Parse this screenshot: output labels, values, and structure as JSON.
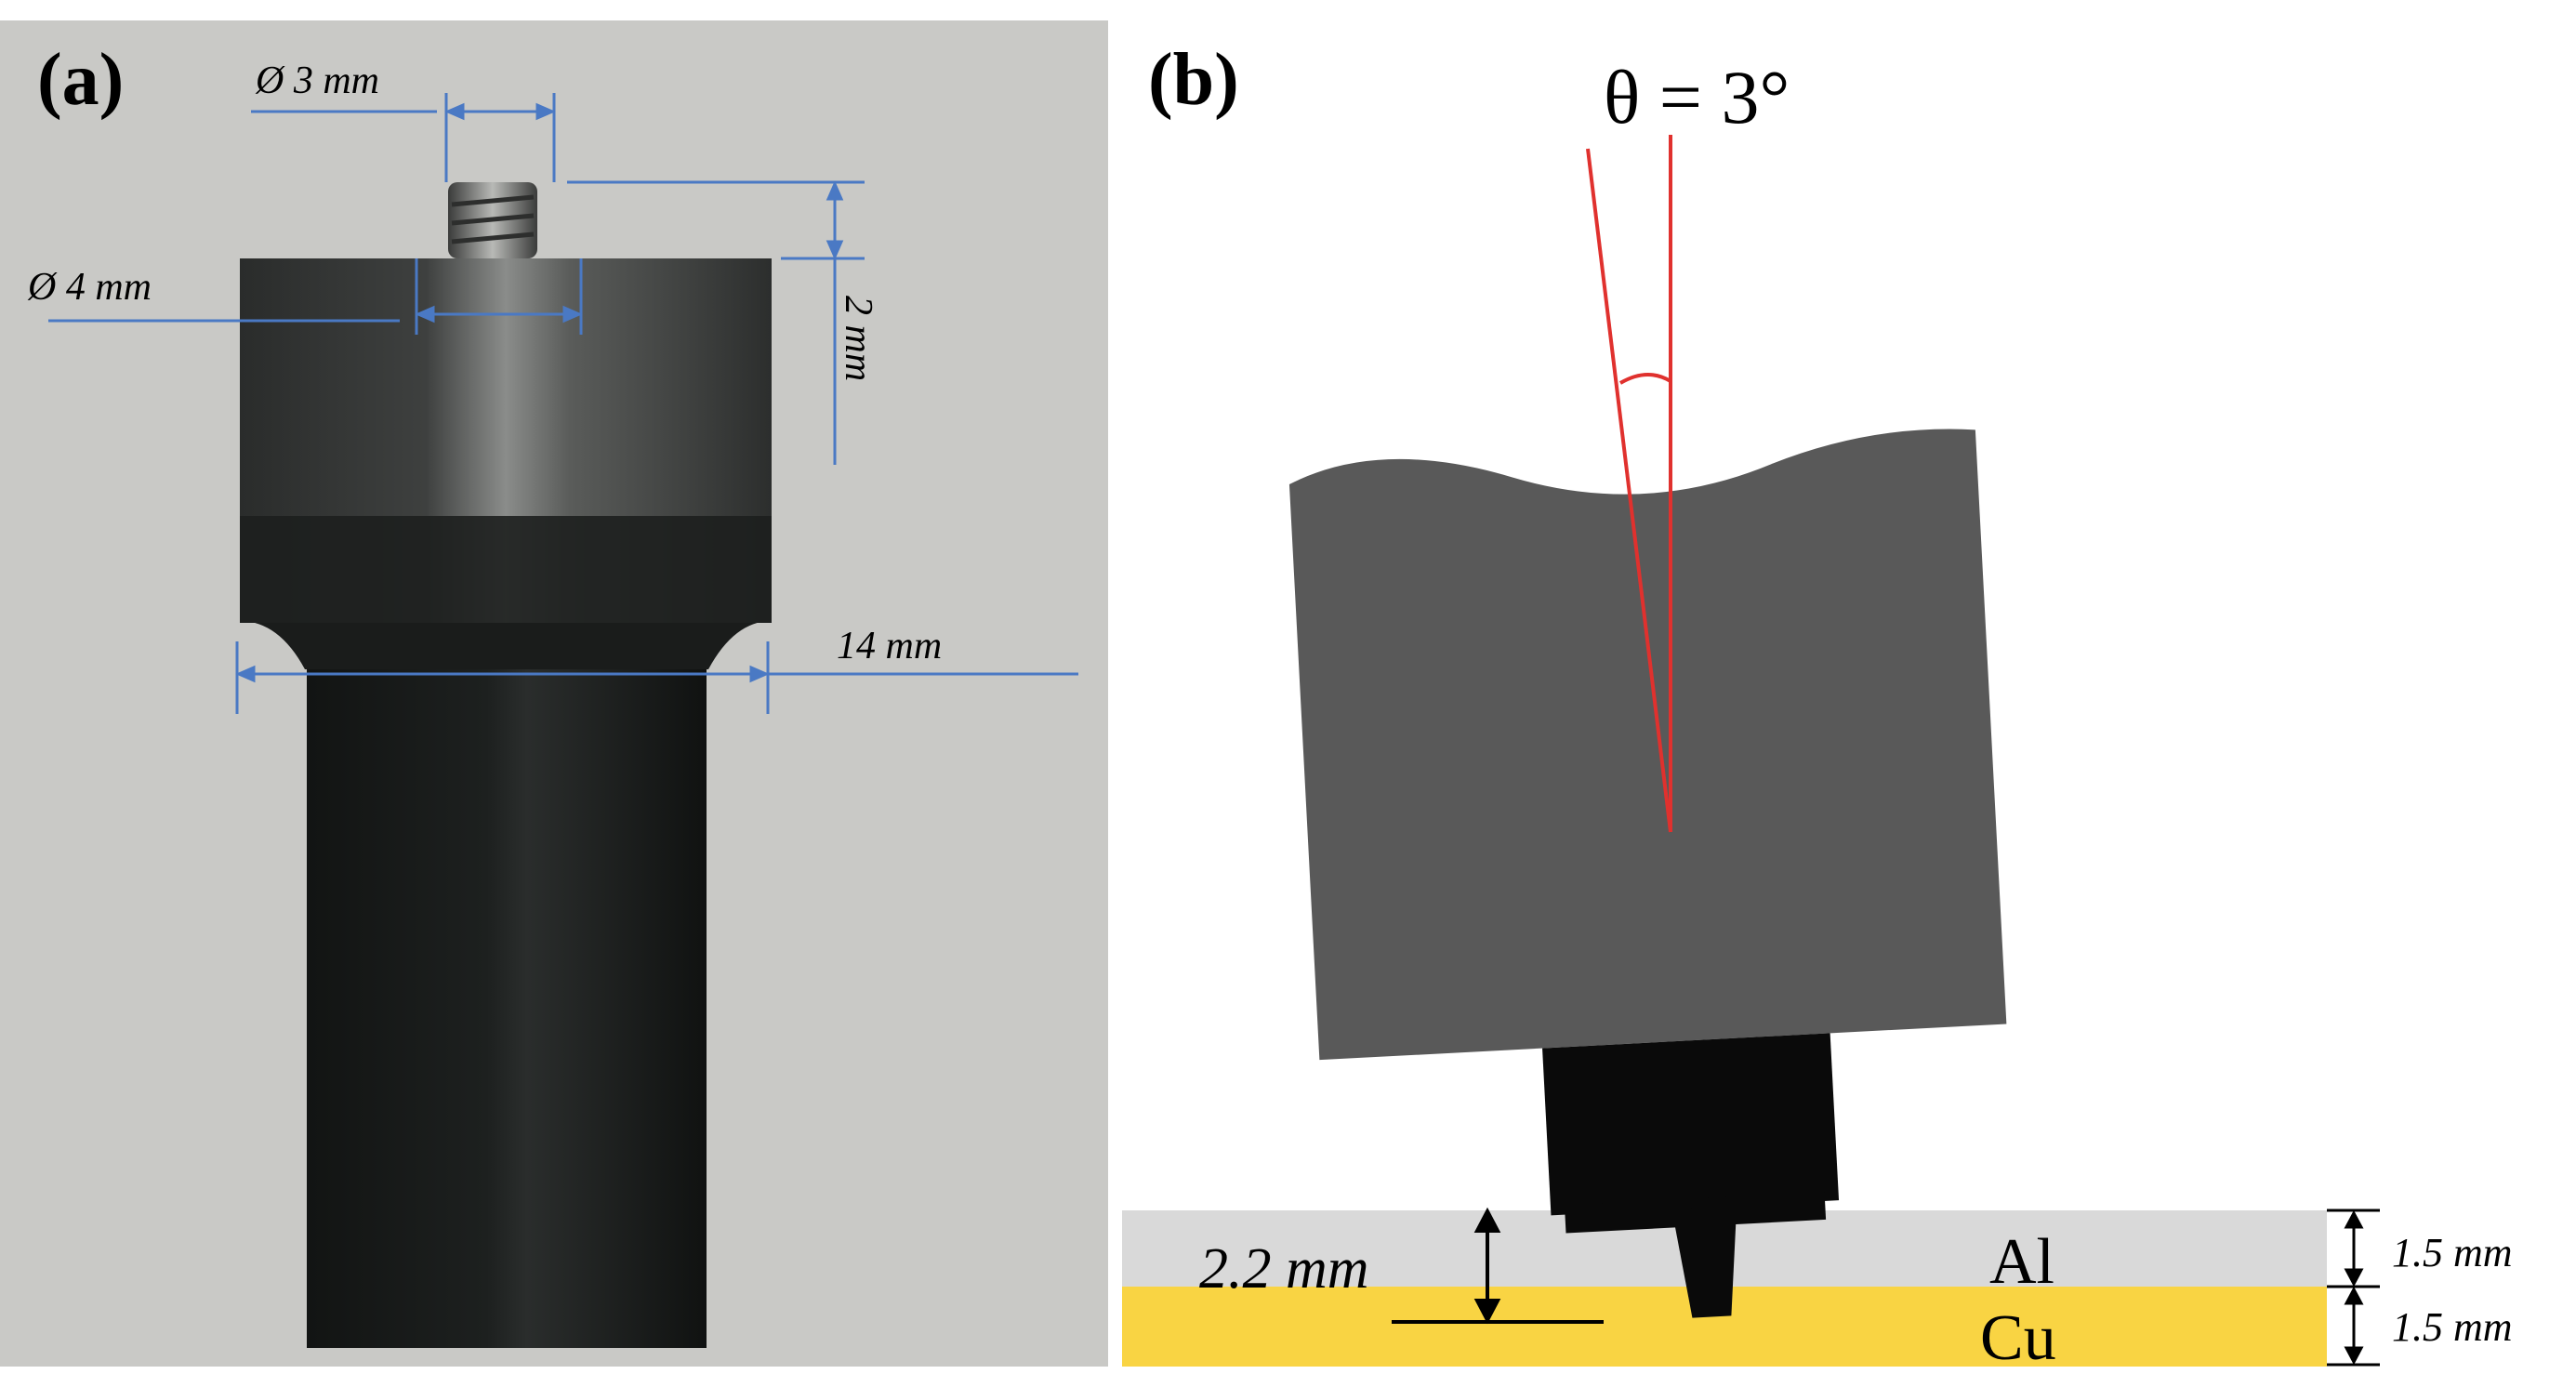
{
  "panel_a": {
    "label": "(a)",
    "dims": {
      "pin_diameter": "Ø 3 mm",
      "pin_base_diameter": "Ø 4 mm",
      "pin_height": "2 mm",
      "shoulder_diameter": "14 mm"
    },
    "colors": {
      "background": "#c9c9c6",
      "dimension_line": "#4a79c4",
      "tool_dark": "#1b1e1d",
      "tool_mid": "#4a4c4a"
    }
  },
  "panel_b": {
    "label": "(b)",
    "tilt_angle": "θ = 3°",
    "plunge_depth": "2.2 mm",
    "layers": [
      {
        "name": "Al",
        "thickness": "1.5 mm",
        "color": "#d9d9d9"
      },
      {
        "name": "Cu",
        "thickness": "1.5 mm",
        "color": "#f9d443"
      }
    ],
    "colors": {
      "tool_body": "#595959",
      "tool_shank": "#0a0a0a",
      "angle_lines": "#e0312e"
    }
  }
}
